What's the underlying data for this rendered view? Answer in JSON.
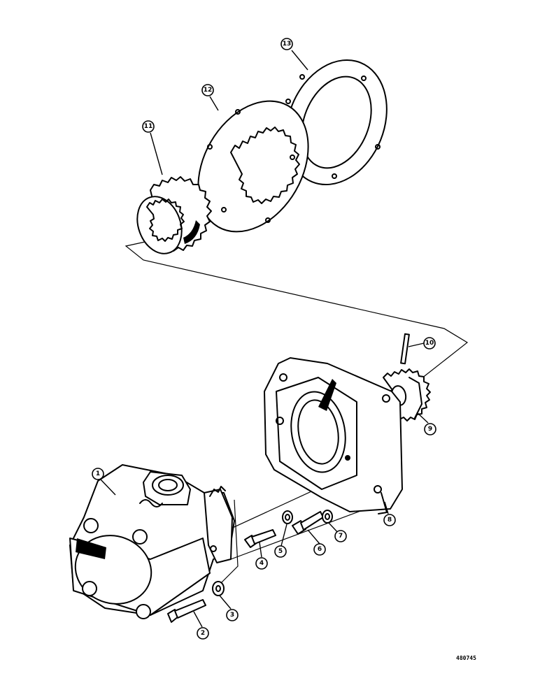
{
  "callouts": {
    "c1": "1",
    "c2": "2",
    "c3": "3",
    "c4": "4",
    "c5": "5",
    "c6": "6",
    "c7": "7",
    "c8": "8",
    "c9": "9",
    "c10": "10",
    "c11": "11",
    "c12": "12",
    "c13": "13"
  },
  "reference_number": "480745"
}
